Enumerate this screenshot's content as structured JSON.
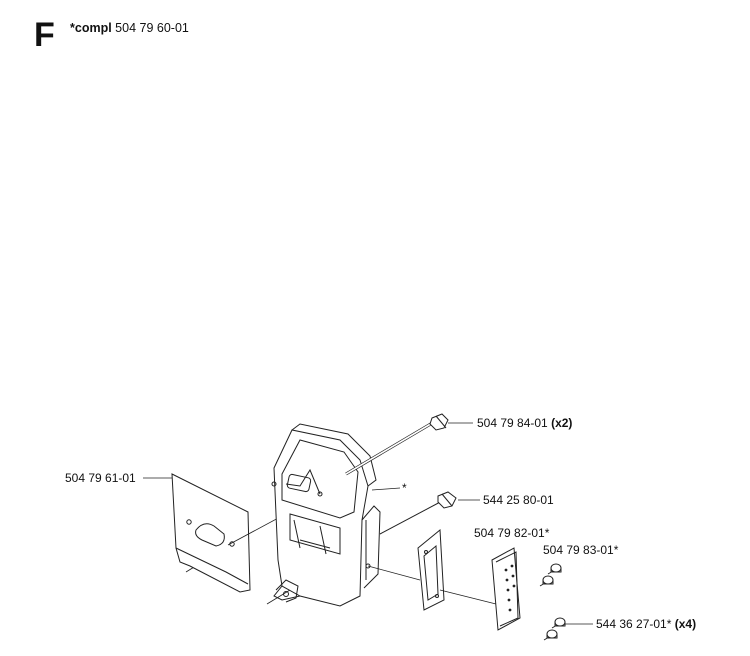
{
  "header": {
    "section_letter": "F",
    "assembly_label": "*compl",
    "assembly_number": "504 79 60-01"
  },
  "parts": [
    {
      "id": "bolt-long",
      "number": "504 79 84-01",
      "qty": "(x2)"
    },
    {
      "id": "muffler-gasket-plate",
      "number": "504 79 61-01",
      "qty": ""
    },
    {
      "id": "muffler-body",
      "number": "*",
      "qty": ""
    },
    {
      "id": "screw-short",
      "number": "544 25 80-01",
      "qty": ""
    },
    {
      "id": "gasket",
      "number": "504 79 82-01*",
      "qty": ""
    },
    {
      "id": "screen-cover",
      "number": "504 79 83-01*",
      "qty": ""
    },
    {
      "id": "small-screw",
      "number": "544 36 27-01*",
      "qty": "(x4)"
    }
  ]
}
